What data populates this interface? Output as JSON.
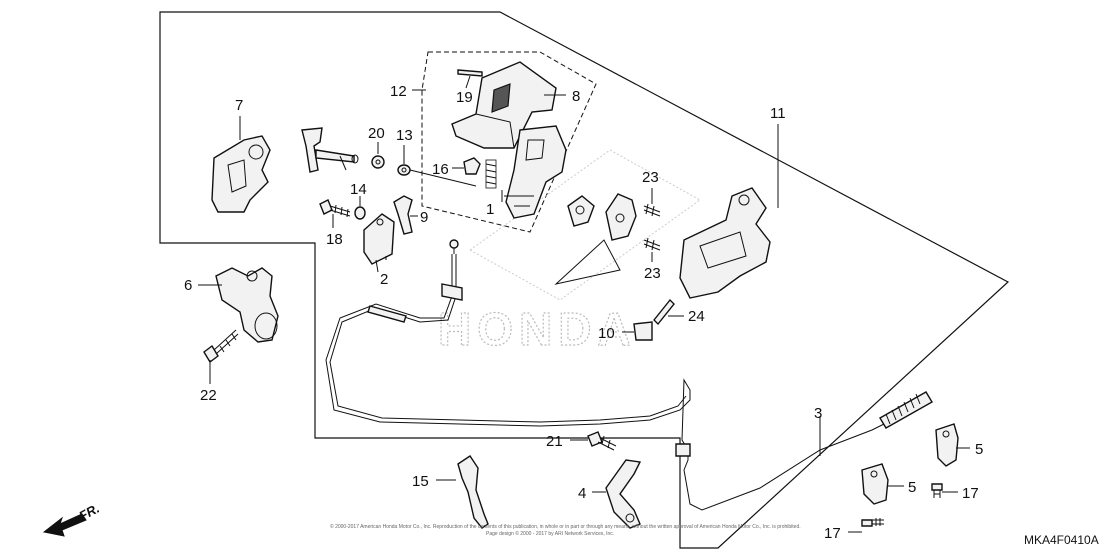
{
  "diagram": {
    "labels": {
      "p1": "1",
      "p2": "2",
      "p3": "3",
      "p4": "4",
      "p5a": "5",
      "p5b": "5",
      "p6": "6",
      "p7": "7",
      "p8": "8",
      "p9": "9",
      "p10": "10",
      "p11": "11",
      "p12": "12",
      "p13": "13",
      "p14": "14",
      "p15": "15",
      "p16": "16",
      "p17a": "17",
      "p17b": "17",
      "p18": "18",
      "p19": "19",
      "p20": "20",
      "p21": "21",
      "p22": "22",
      "p23a": "23",
      "p23b": "23",
      "p24": "24"
    },
    "direction_label": "FR.",
    "diagram_code": "MKA4F0410A",
    "watermark_text": "HONDA",
    "copyright_line1": "© 2000-2017 American Honda Motor Co., Inc. Reproduction of the contents of this publication, in whole or in part or through any means, without the written approval of American Honda Motor Co., Inc. is prohibited.",
    "copyright_line2": "Page design © 2000 - 2017 by ARI Network Services, Inc."
  }
}
